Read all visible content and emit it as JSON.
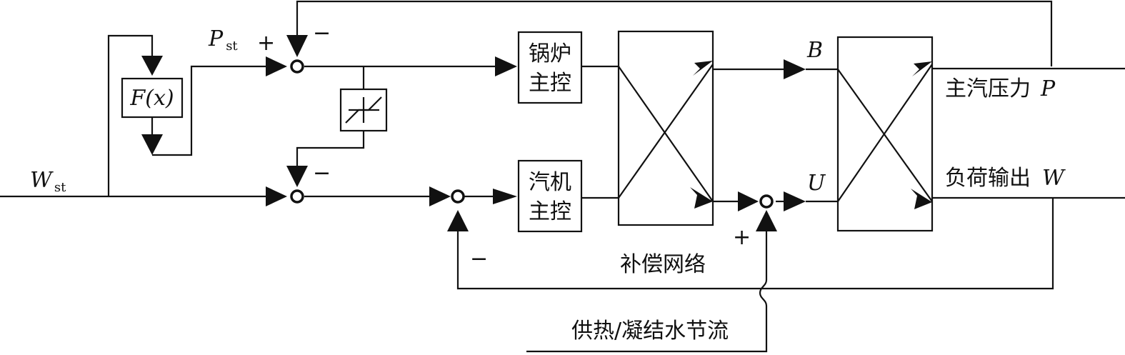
{
  "labels": {
    "w_st": "W",
    "w_st_sub": "st",
    "p_st": "P",
    "p_st_sub": "st",
    "fx": "F(x)",
    "b": "B",
    "u": "U",
    "main_pressure": "主汽压力",
    "main_pressure_var": "P",
    "load_output": "负荷输出",
    "load_output_var": "W",
    "compensation_network": "补偿网络",
    "disturbance_input": "供热/凝结水节流"
  },
  "blocks": {
    "boiler_master": [
      "锅炉",
      "主控"
    ],
    "turbine_master": [
      "汽机",
      "主控"
    ]
  },
  "signs": {
    "top_junction_plus": "+",
    "top_junction_minus": "−",
    "mid_junction_minus": "−",
    "turbine_junction_minus": "−",
    "u_junction_plus": "+"
  }
}
